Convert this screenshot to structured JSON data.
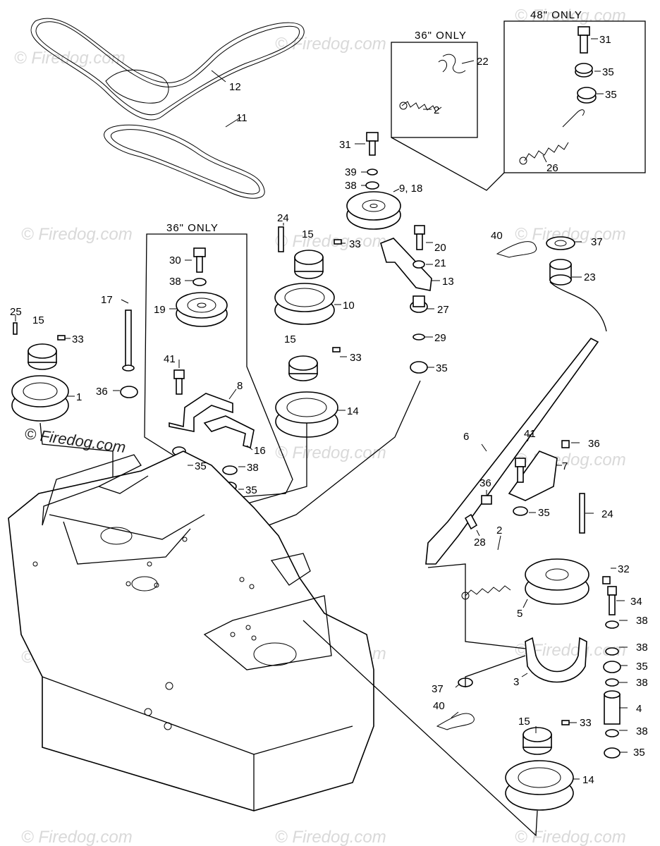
{
  "watermark": "© Firedog.com",
  "boxes": {
    "only_36_top": "36\" ONLY",
    "only_48": "48\" ONLY",
    "only_36_left": "36\" ONLY"
  },
  "callouts": {
    "c12": "12",
    "c11": "11",
    "c22": "22",
    "c2_top": "2",
    "c31_48": "31",
    "c35_48a": "35",
    "c35_48b": "35",
    "c26": "26",
    "c31": "31",
    "c39": "39",
    "c38_idler": "38",
    "c9_18": "9, 18",
    "c20": "20",
    "c21": "21",
    "c13": "13",
    "c27": "27",
    "c29": "29",
    "c35_mid": "35",
    "c40_top": "40",
    "c37_top": "37",
    "c23": "23",
    "c24_top": "24",
    "c15_center": "15",
    "c33_center": "33",
    "c10": "10",
    "c15_center2": "15",
    "c33_center2": "33",
    "c14_center": "14",
    "c30": "30",
    "c38_left": "38",
    "c19": "19",
    "c41_left": "41",
    "c8": "8",
    "c16": "16",
    "c35_left": "35",
    "c38_left2": "38",
    "c35_left2": "35",
    "c25": "25",
    "c15_left": "15",
    "c33_left": "33",
    "c17": "17",
    "c1": "1",
    "c36_left": "36",
    "c6": "6",
    "c41_right": "41",
    "c36_right": "36",
    "c7": "7",
    "c36_mid": "36",
    "c35_right": "35",
    "c28": "28",
    "c24_right": "24",
    "c2_right": "2",
    "c32": "32",
    "c5": "5",
    "c34": "34",
    "c38_r1": "38",
    "c38_r2": "38",
    "c35_r2": "35",
    "c38_r3": "38",
    "c3": "3",
    "c37_bot": "37",
    "c4": "4",
    "c40_bot": "40",
    "c15_bot": "15",
    "c33_bot": "33",
    "c38_r4": "38",
    "c35_r3": "35",
    "c14_bot": "14"
  }
}
